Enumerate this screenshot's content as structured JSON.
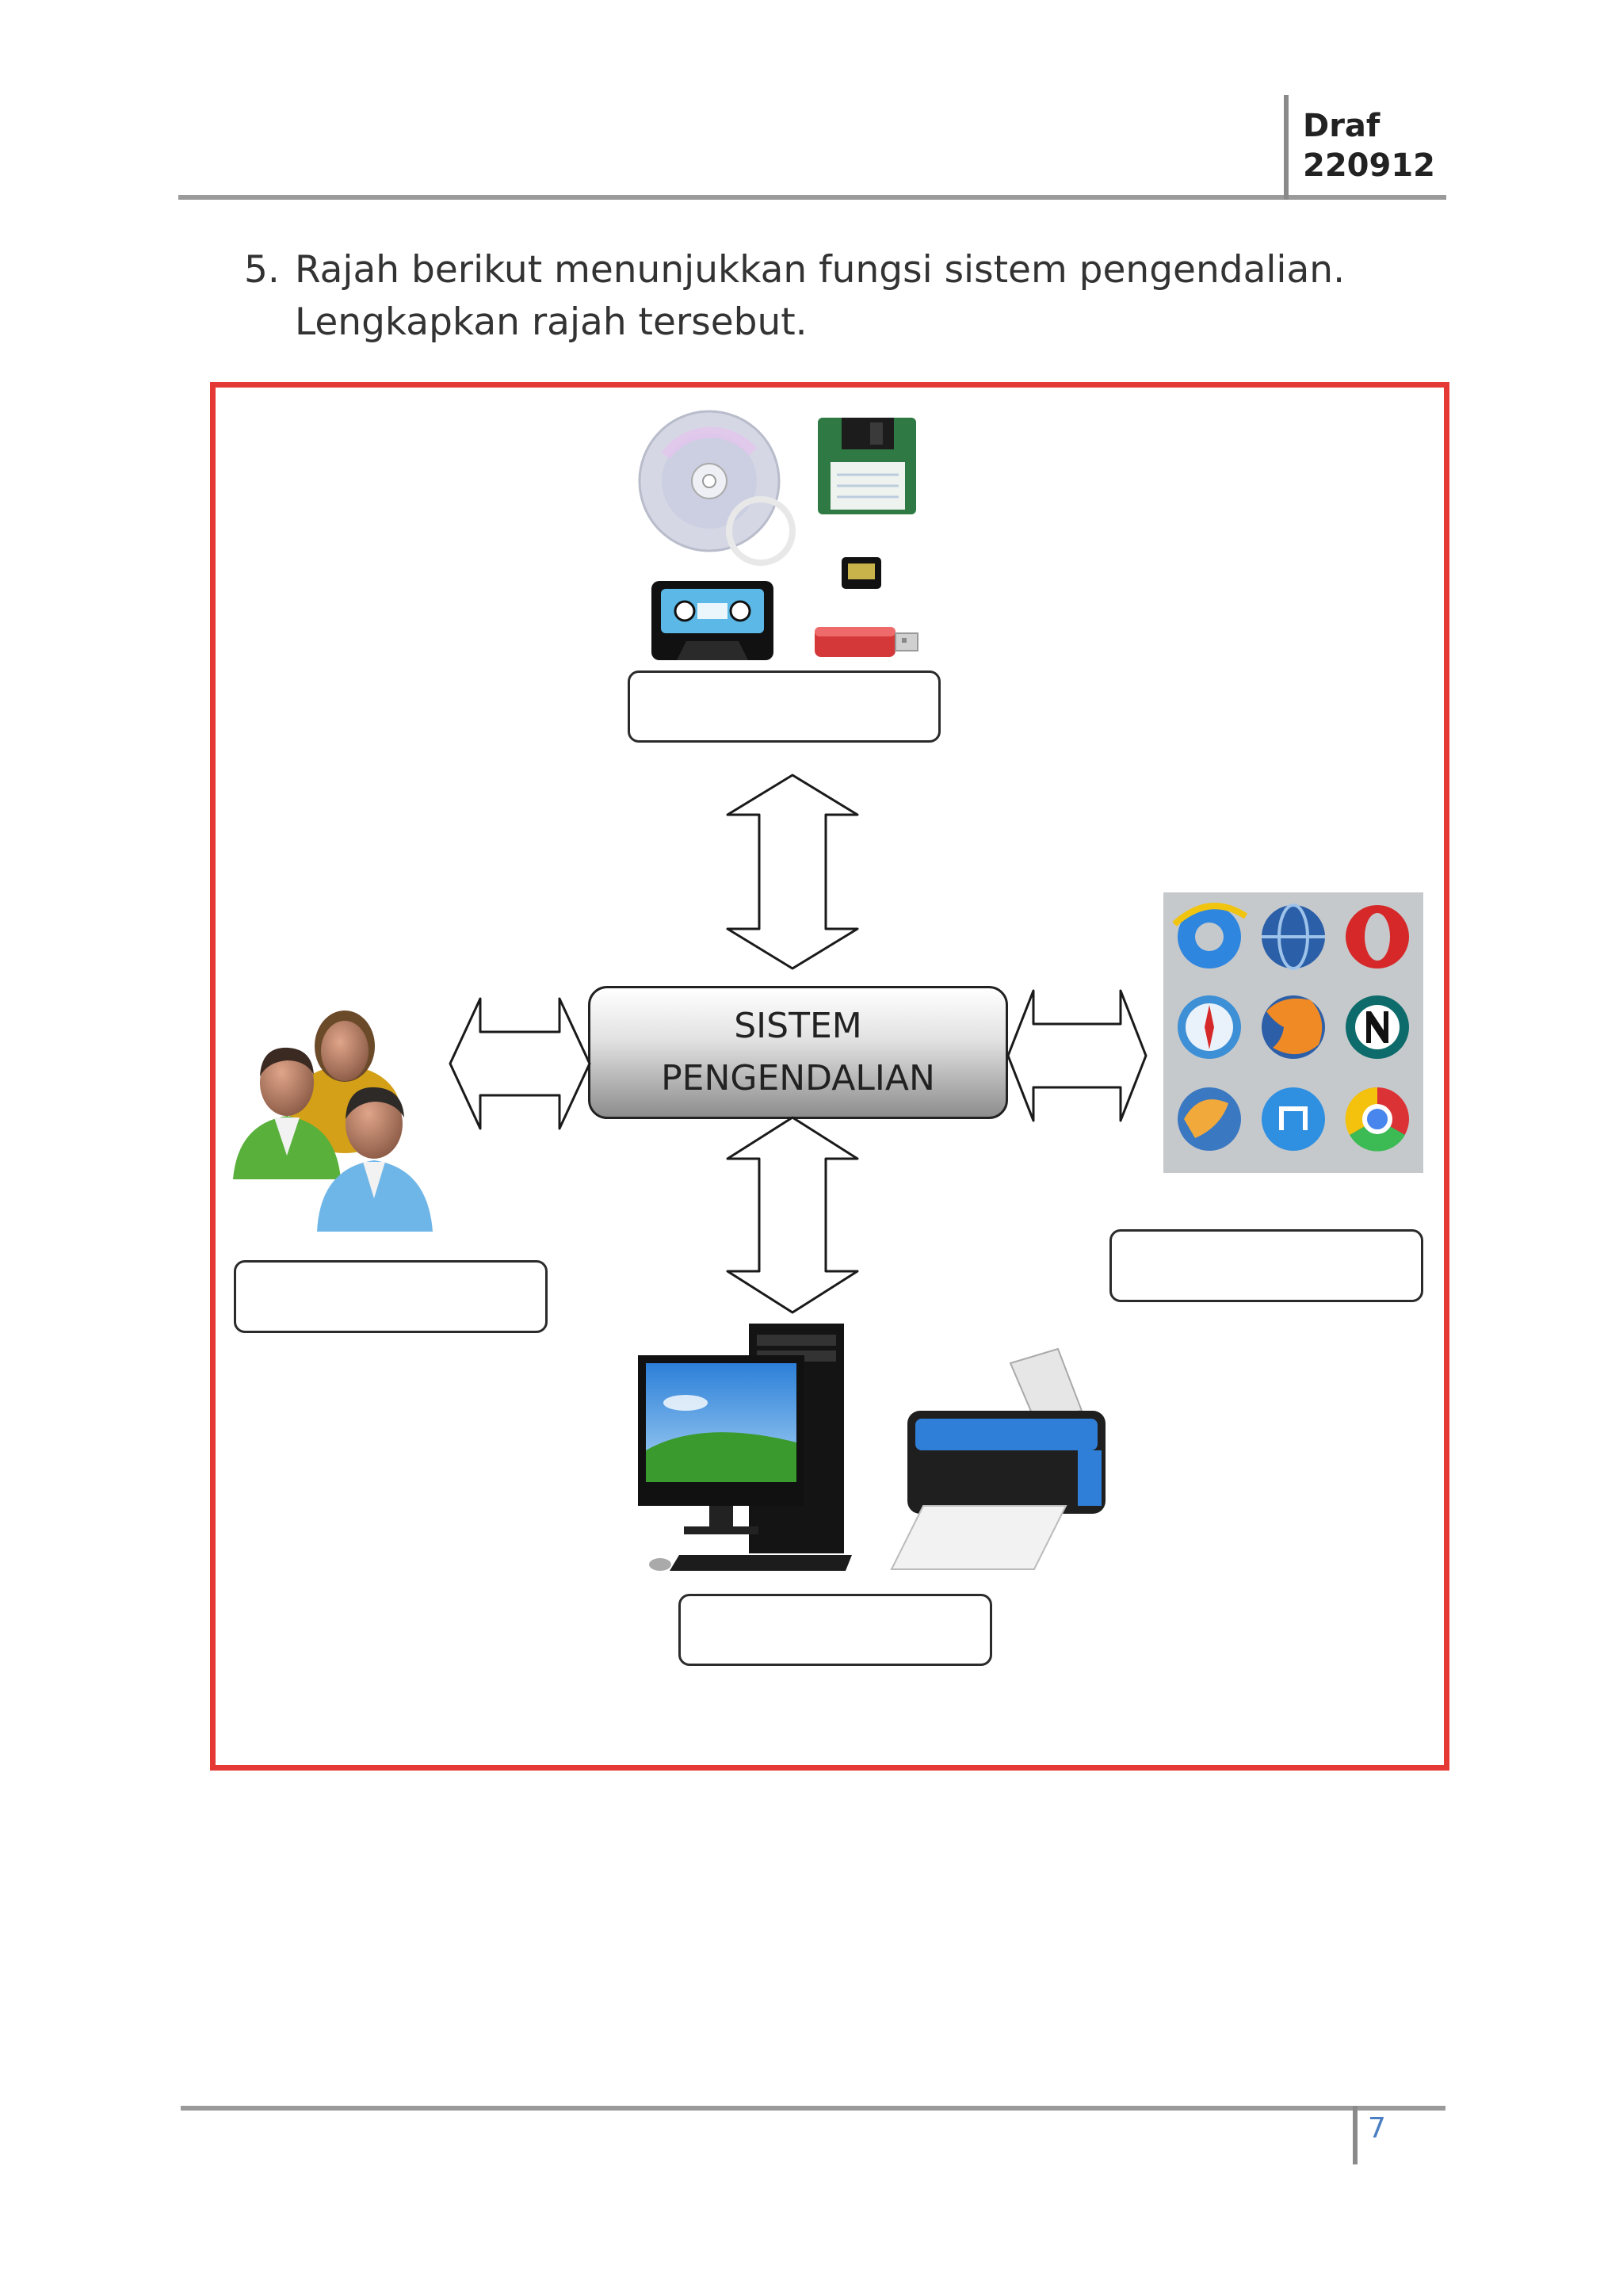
{
  "header": {
    "draft_label": "Draf",
    "draft_code": "220912"
  },
  "question": {
    "number": "5.",
    "line1": "Rajah berikut menunjukkan fungsi sistem pengendalian.",
    "line2": "Lengkapkan rajah tersebut."
  },
  "diagram": {
    "center_line1": "SISTEM",
    "center_line2": "PENGENDALIAN",
    "images": {
      "top": "storage-media-image",
      "left": "users-image",
      "right": "browser-icons-image",
      "bottom": "computer-printer-image"
    },
    "colors": {
      "frame": "#e53935"
    }
  },
  "footer": {
    "page_number": "7"
  }
}
